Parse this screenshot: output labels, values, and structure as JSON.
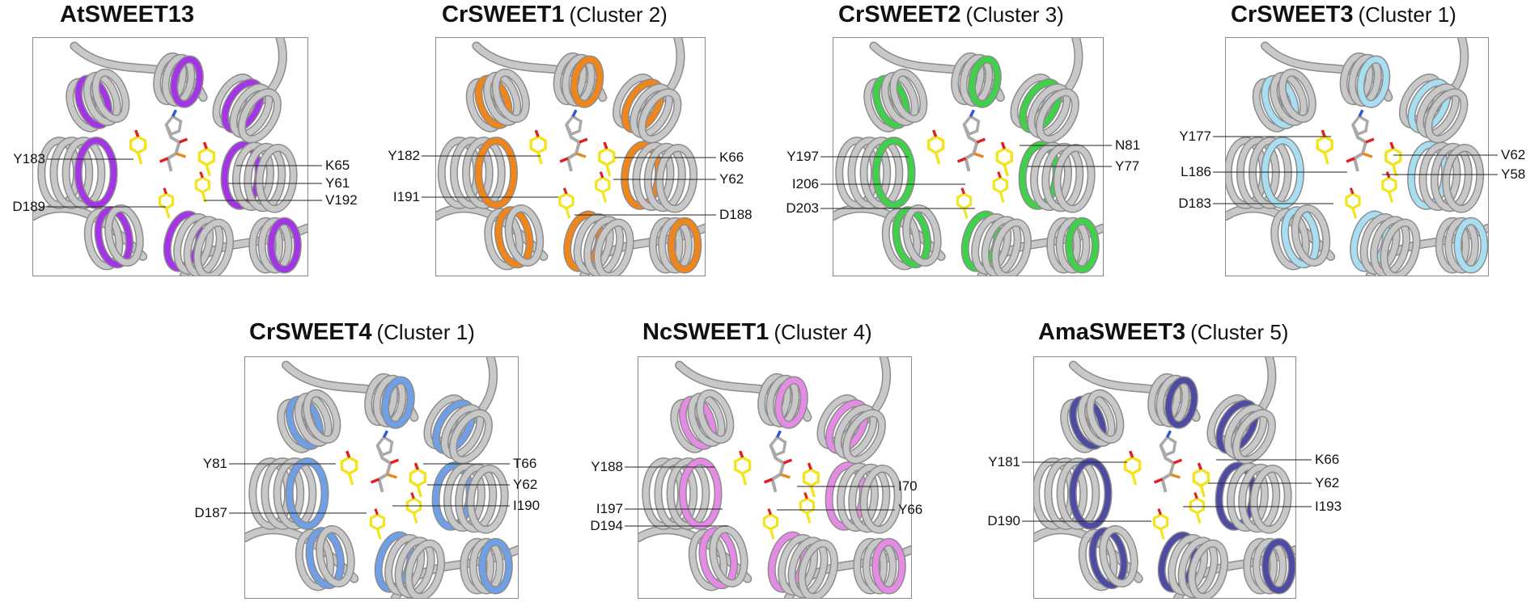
{
  "panels": [
    {
      "name": "AtSWEET13",
      "cluster": "",
      "accent": "#a335e6",
      "labels_left": [
        "Y183",
        "D189"
      ],
      "labels_right": [
        "K65",
        "Y61",
        "V192"
      ]
    },
    {
      "name": "CrSWEET1",
      "cluster": "(Cluster 2)",
      "accent": "#f0861a",
      "labels_left": [
        "Y182",
        "I191"
      ],
      "labels_right": [
        "K66",
        "Y62",
        "D188"
      ]
    },
    {
      "name": "CrSWEET2",
      "cluster": "(Cluster 3)",
      "accent": "#3fd14a",
      "labels_left": [
        "Y197",
        "I206",
        "D203"
      ],
      "labels_right": [
        "N81",
        "Y77"
      ]
    },
    {
      "name": "CrSWEET3",
      "cluster": "(Cluster 1)",
      "accent": "#a8def2",
      "labels_left": [
        "Y177",
        "L186",
        "D183"
      ],
      "labels_right": [
        "V62",
        "Y58"
      ]
    },
    {
      "name": "CrSWEET4",
      "cluster": "(Cluster 1)",
      "accent": "#6f9fe6",
      "labels_left": [
        "Y81",
        "D187"
      ],
      "labels_right": [
        "T66",
        "Y62",
        "I190"
      ]
    },
    {
      "name": "NcSWEET1",
      "cluster": "(Cluster 4)",
      "accent": "#e58be6",
      "labels_left": [
        "Y188",
        "I197",
        "D194"
      ],
      "labels_right": [
        "I70",
        "Y66"
      ]
    },
    {
      "name": "AmaSWEET3",
      "cluster": "(Cluster 5)",
      "accent": "#4e4ba3",
      "labels_left": [
        "Y181",
        "D190"
      ],
      "labels_right": [
        "K66",
        "Y62",
        "I193"
      ]
    }
  ],
  "colors": {
    "ribbon": "#c8c8c8",
    "ribbon_edge": "#8c8c8c",
    "residue": "#f2e41f",
    "ligand_carbon": "#a9a9a9",
    "oxygen": "#e02020",
    "nitrogen": "#2f57d6",
    "phosphorus": "#e08a1f",
    "panel_border": "#8a8a8a",
    "leader_line": "#222222"
  }
}
